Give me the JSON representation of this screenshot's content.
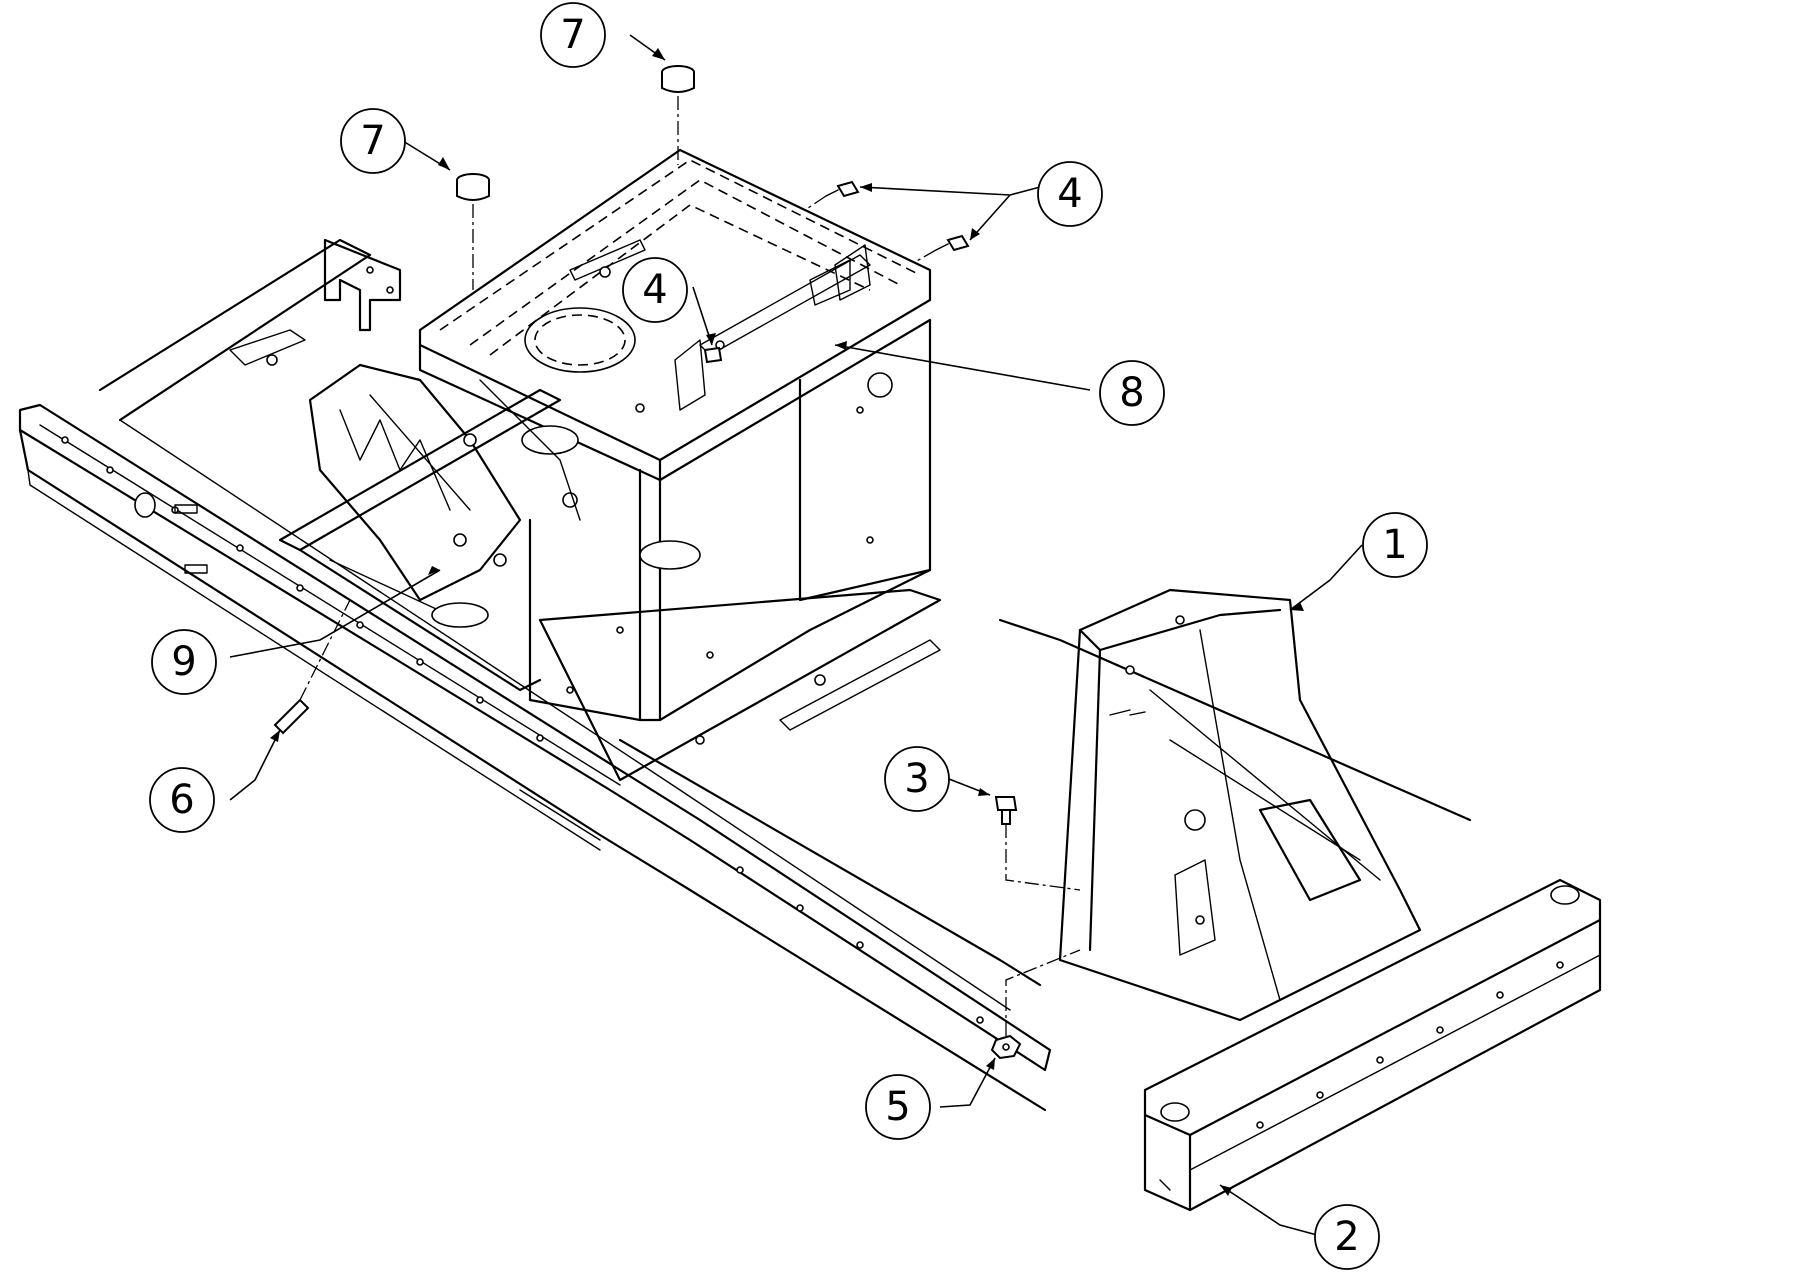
{
  "callouts": [
    {
      "id": "c1",
      "label": "1"
    },
    {
      "id": "c2",
      "label": "2"
    },
    {
      "id": "c3",
      "label": "3"
    },
    {
      "id": "c4a",
      "label": "4"
    },
    {
      "id": "c4b",
      "label": "4"
    },
    {
      "id": "c5",
      "label": "5"
    },
    {
      "id": "c6",
      "label": "6"
    },
    {
      "id": "c7a",
      "label": "7"
    },
    {
      "id": "c7b",
      "label": "7"
    },
    {
      "id": "c8",
      "label": "8"
    },
    {
      "id": "c9",
      "label": "9"
    }
  ],
  "colors": {
    "line": "#000000",
    "background": "#ffffff"
  }
}
